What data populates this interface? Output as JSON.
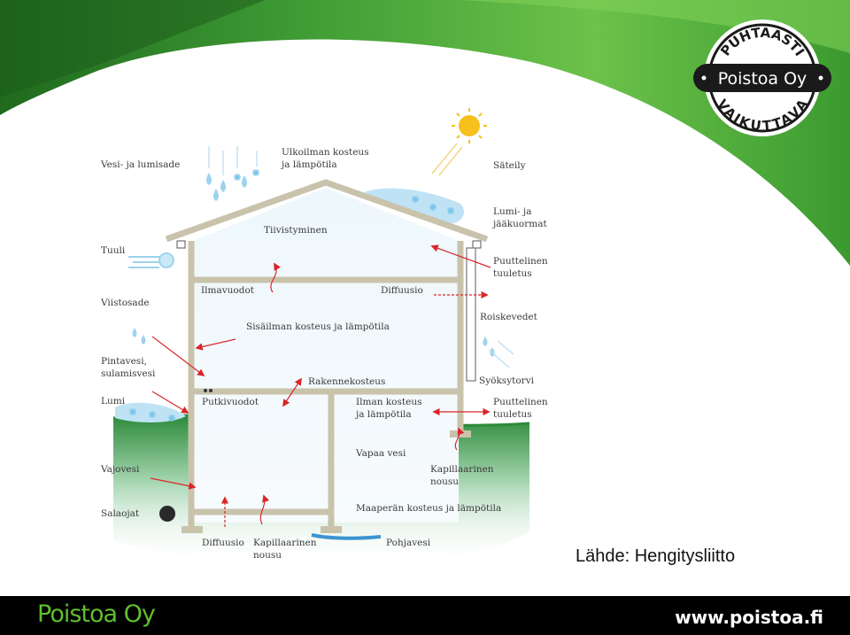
{
  "badge": {
    "top_text": "PUHTAASTI",
    "bottom_text": "VAIKUTTAVA",
    "brand": "Poistoa Oy"
  },
  "diagram": {
    "labels": {
      "vesi_lumisade": "Vesi- ja lumisade",
      "ulkoilman_1": "Ulkoilman kosteus",
      "ulkoilman_2": "ja lämpötila",
      "sateily": "Säteily",
      "lumi_jaa_1": "Lumi- ja",
      "lumi_jaa_2": "jääkuormat",
      "tuuli": "Tuuli",
      "tiivistyminen": "Tiivistyminen",
      "puuttelinen_top_1": "Puuttelinen",
      "puuttelinen_top_2": "tuuletus",
      "viistosade": "Viistosade",
      "ilmavuodot": "Ilmavuodot",
      "diffuusio_top": "Diffuusio",
      "roiskevedet": "Roiskevedet",
      "sisailman": "Sisäilman kosteus ja lämpötila",
      "pintavesi_1": "Pintavesi,",
      "pintavesi_2": "sulamisvesi",
      "rakennekosteus": "Rakennekosteus",
      "syoksytorvi": "Syöksytorvi",
      "lumi": "Lumi",
      "putkivuodot": "Putkivuodot",
      "ilman_kosteus_1": "Ilman kosteus",
      "ilman_kosteus_2": "ja lämpötila",
      "puuttelinen_bottom_1": "Puuttelinen",
      "puuttelinen_bottom_2": "tuuletus",
      "vapaa_vesi": "Vapaa vesi",
      "kapillaarinen_right_1": "Kapillaarinen",
      "kapillaarinen_right_2": "nousu",
      "vajovesi": "Vajovesi",
      "maaperan": "Maaperän kosteus ja lämpötila",
      "salaojat": "Salaojat",
      "diffuusio_bottom": "Diffuusio",
      "kapillaarinen_bottom_1": "Kapillaarinen",
      "kapillaarinen_bottom_2": "nousu",
      "pohjavesi": "Pohjavesi"
    }
  },
  "source": "Lähde: Hengitysliitto",
  "footer": {
    "logo": "Poistoa Oy",
    "url": "www.poistoa.fi"
  },
  "colors": {
    "green_dark": "#2f8a2a",
    "green_light": "#8fd35e",
    "structure": "#c9c3ac",
    "arrow": "#d9262c",
    "ice": "#bfe3f5",
    "water": "#3b93d1",
    "footer_bg": "#000000",
    "footer_logo": "#5fbf2e"
  }
}
